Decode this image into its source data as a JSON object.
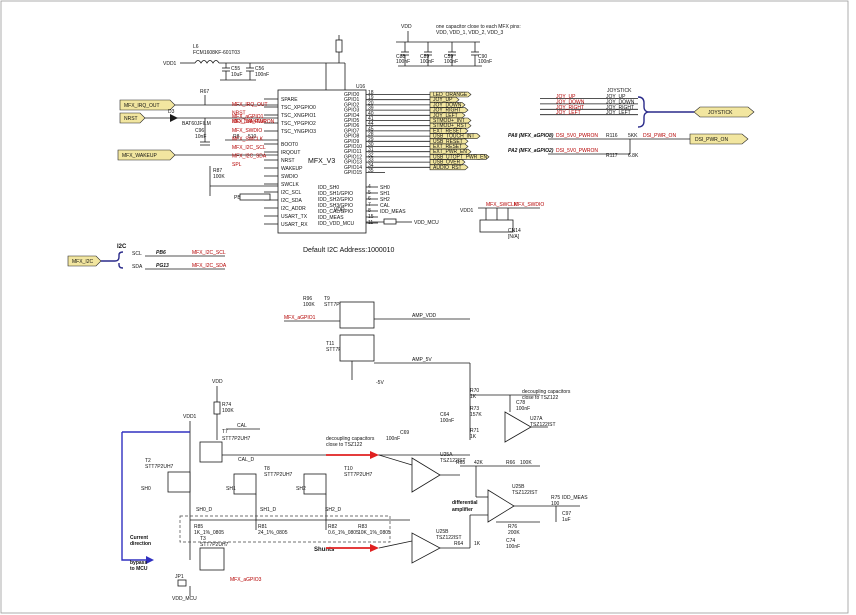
{
  "colors": {
    "wire": "#1a1a1a",
    "net_label_fill": "#f2e6a0",
    "accent_red": "#b40000",
    "arrow_red": "#e02020",
    "boundary": "#3030c0"
  },
  "notes": {
    "cap_note": "one capacitor close to each MFX pins:",
    "cap_note2": "VDD, VDD_1, VDD_2, VDD_3",
    "i2c_address": "Default I2C Address:1000010",
    "decoupling_1": "decoupling capacitors",
    "decoupling_1b": "close to TSZ122",
    "decoupling_2": "decoupling capacitors",
    "decoupling_2b": "close to TSZ122",
    "diff_amp": "differential",
    "diff_amp2": "amplifier",
    "current_dir": "Current",
    "current_dir2": "direction",
    "bypass": "bypass",
    "bypass2": "to MCU",
    "shunts": "Shunts"
  },
  "power": {
    "vdd1": "VDD1",
    "vdd1_b": "VDD1",
    "vdd": "VDD",
    "vdd_b": "VDD",
    "vdd_c": "VDD",
    "vdd_mcu": "VDD_MCU",
    "vdd_mcu_b": "VDD_MCU",
    "amp_vdd": "AMP_VDD",
    "amp_5v": "AMP_5V",
    "minus5v": "-5V"
  },
  "mfx": {
    "ref": "U16",
    "name": "MFX_V3",
    "left_pins": [
      "SPARE",
      "TSC_XPGPIO0",
      "TSC_XNGPIO1",
      "TSC_YPGPIO2",
      "TSC_YNGPIO3",
      "BOOT0",
      "IRQOUT",
      "NRST",
      "WAKEUP",
      "SWDIO",
      "SWCLK",
      "I2C_SCL",
      "I2C_SDA",
      "I2C_ADDR",
      "USART_TX",
      "USART_RX"
    ],
    "right_pins": [
      "GPIO0",
      "GPIO1",
      "GPIO2",
      "GPIO3",
      "GPIO4",
      "GPIO5",
      "GPIO6",
      "GPIO7",
      "GPIO8",
      "GPIO9",
      "GPIO10",
      "GPIO11",
      "GPIO12",
      "GPIO13",
      "GPIO14",
      "GPIO15"
    ],
    "right_pin_nums": [
      "18",
      "19",
      "20",
      "39",
      "40",
      "41",
      "44",
      "45",
      "28",
      "29",
      "30",
      "31",
      "32",
      "33",
      "34",
      "35"
    ],
    "idd_pins": [
      "IDD_SH0",
      "IDD_SH1/GPIO",
      "IDD_SH2/GPIO",
      "IDD_SH3/GPIO",
      "IDD_CAL/GPIO",
      "IDD_MEAS",
      "IDD_VDD_MCU"
    ],
    "idd_pin_nums": [
      "4",
      "5",
      "6",
      "7",
      "8",
      "15",
      "11"
    ],
    "idd_nets": [
      "SH0",
      "SH1",
      "SH2",
      "CAL",
      "IDD_MEAS"
    ]
  },
  "gpio_labels": [
    "LED_ORANGE",
    "JOY_UP",
    "JOY_DOWN",
    "JOY_RIGHT",
    "JOY_LEFT",
    "STMOD+_INT",
    "STMOD+_RST",
    "EXT_RESET",
    "USB_TOUCH_INT",
    "USB_RESET",
    "EXT_RESET",
    "EXT_PWR_EN",
    "USB_UTOPT_PWR_EN",
    "USB_OVER",
    "AUDIO_RST"
  ],
  "joystick": {
    "title": "JOYSTICK",
    "tag": "JOYSTICK",
    "signals": [
      "JOY_UP",
      "JOY_DOWN",
      "JOY_RIGHT",
      "JOY_LEFT"
    ]
  },
  "left_nets": {
    "irq": "MFX_IRQ_OUT",
    "nrst": "NRST",
    "wakeup": "MFX_WAKEUP",
    "i2c": "MFX_I2C"
  },
  "left_wires": [
    "MFX_IRQ_OUT",
    "NRST",
    "MFX_WAKEUP",
    "MFX_SWDIO",
    "MFX_SWCLK",
    "MFX_I2C_SCL",
    "MFX_I2C_SDA",
    "SPL"
  ],
  "i2c": {
    "title": "I2C",
    "scl": "SCL",
    "sda": "SDA",
    "scl_port": "PB6",
    "sda_port": "PG13",
    "scl_net": "MFX_I2C_SCL",
    "sda_net": "MFX_I2C_SDA"
  },
  "dsi": {
    "pa8": "PA8 (MFX_aGPIO8)",
    "pa2": "PA2 (MFX_aGPIO2)",
    "r116": "R116",
    "r117": "R117",
    "r116v": "5KK",
    "r117v": "6.8K",
    "net1": "DSI_5V0_PWRON",
    "net2": "DSI_5V0_PWRON",
    "out": "DSI_PWR_ON",
    "out_wire": "DSI_PWR_ON"
  },
  "swd": {
    "ref": "CN14",
    "val": "[N/A]",
    "clk": "MFX_SWCLK",
    "dio": "MFX_SWDIO",
    "vdd": "VDD1"
  },
  "inductor": {
    "ref": "L6",
    "val": "FCM1608KF-601T03"
  },
  "top_caps": [
    {
      "ref": "C55",
      "val": "10uF"
    },
    {
      "ref": "C56",
      "val": "100nF"
    },
    {
      "ref": "C88",
      "val": "100nF"
    },
    {
      "ref": "C89",
      "val": "100nF"
    },
    {
      "ref": "C59",
      "val": "100nF"
    },
    {
      "ref": "C90",
      "val": "100nF"
    }
  ],
  "left_parts": {
    "r67": "R67",
    "r67v": "1K",
    "pb1": "PB1",
    "diode": "BAT60JFILM",
    "d3": "D3",
    "c96": "C96",
    "c96v": "10nF",
    "r8": "R8",
    "r8v": "510",
    "r87": "R87",
    "r87v": "100K",
    "tsc": "MFX_aGPIO1",
    "tsc2": "IDD_1V8_PWRON",
    "aux": "EXT_PWR"
  },
  "bottom": {
    "r96": "R96",
    "r96v": "100K",
    "t9": "T9",
    "t9v": "STT7P2UH7",
    "t11": "T11",
    "t11v": "STT7P2UH7",
    "mfx_gpio": "MFX_aGPIO1",
    "t2": "T2",
    "t2v": "STT7P2UH7",
    "t7": "T7",
    "t7v": "STT7P2UH7",
    "t8": "T8",
    "t8v": "STT7P2UH7",
    "t10": "T10",
    "t10v": "STT7P2UH7",
    "t3": "T3",
    "t3v": "STT7P2UH7",
    "r74": "R74",
    "r74v": "100K",
    "cal": "CAL",
    "cal_d": "CAL_D",
    "sh0": "SH0",
    "sh0d": "SH0_D",
    "sh1": "SH1",
    "sh1d": "SH1_D",
    "sh2": "SH2",
    "sh2d": "SH2_D",
    "r85": "R85",
    "r85v": "1K_1%_0805",
    "r81": "R81",
    "r81v": "24_1%_0805",
    "r82": "R82",
    "r82v": "0.6_1%_0805",
    "r83": "R83",
    "r83v": "10K_1%_0805",
    "u25a": "U25A",
    "u25av": "TSZ122IST",
    "u25b": "U25B",
    "u25bv": "TSZ122IST",
    "u27a": "U27A",
    "u27av": "TSZ122IST",
    "u27b": "U25B",
    "u27bv": "TSZ122IST",
    "r65": "R65",
    "r65v": "42K",
    "r66": "R66",
    "r66v": "100K",
    "r64": "R64",
    "r64v": "1K",
    "r75": "R75",
    "r75v": "100",
    "c97": "C97",
    "c97v": "1uF",
    "c69": "C69",
    "c69v": "100nF",
    "c64": "C64",
    "c64v": "100nF",
    "r70": "R70",
    "r70v": "1K",
    "r71": "R71",
    "r71v": "1K",
    "c78": "C78",
    "c78v": "100nF",
    "r73": "R73",
    "r73v": "157K",
    "c74": "C74",
    "c74v": "100nF",
    "r76": "R76",
    "r76v": "200K",
    "jp1": "JP1",
    "idd_meas": "IDD_MEAS",
    "mfx_gpio3": "MFX_aGPIO3",
    "vdd_mcu": "VDD_MCU"
  }
}
